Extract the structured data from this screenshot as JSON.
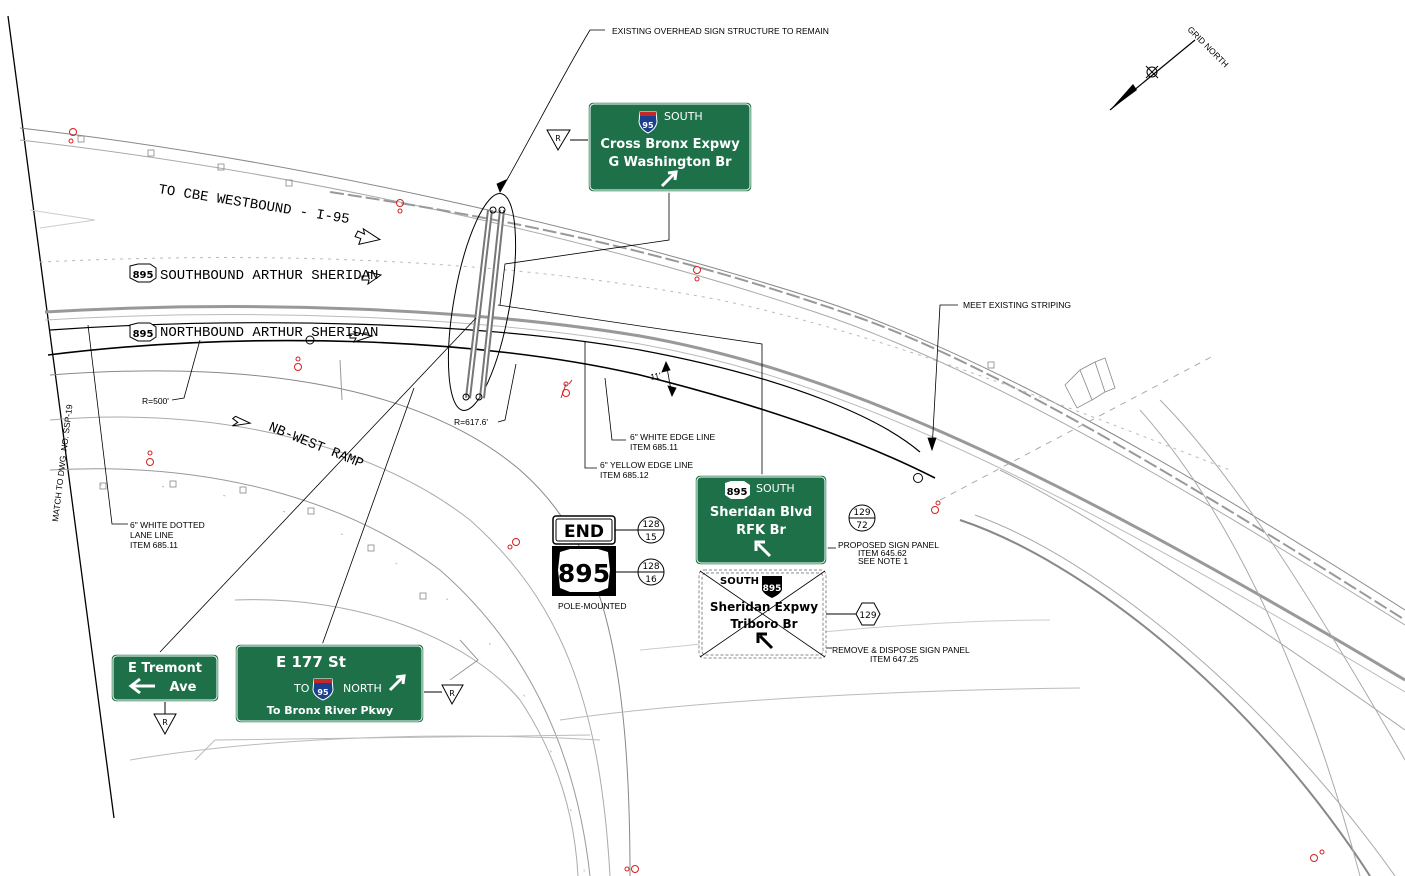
{
  "notes": {
    "existing_structure": "EXISTING OVERHEAD SIGN STRUCTURE TO REMAIN",
    "meet_striping": "MEET EXISTING STRIPING",
    "match_dwg": "MATCH TO DWG. NO. SSP-19",
    "grid_north": "GRID NORTH",
    "radius_500": "R=500'",
    "radius_617": "R=617.6'",
    "dim_11": "11'",
    "white_edge": [
      "6\" WHITE EDGE LINE",
      "ITEM 685.11"
    ],
    "yellow_edge": [
      "6\" YELLOW EDGE LINE",
      "ITEM 685.12"
    ],
    "dotted_line": [
      "6\" WHITE DOTTED",
      "LANE LINE",
      "ITEM 685.11"
    ],
    "proposed_panel": [
      "PROPOSED SIGN PANEL",
      "ITEM 645.62",
      "SEE NOTE 1"
    ],
    "remove_panel": [
      "REMOVE & DISPOSE SIGN PANEL",
      "ITEM 647.25"
    ],
    "pole_mounted": "POLE-MOUNTED"
  },
  "roads": {
    "cbe": "TO CBE  WESTBOUND - I-95",
    "sb": "SOUTHBOUND ARTHUR SHERIDAN",
    "nb": "NORTHBOUND ARTHUR SHERIDAN",
    "ramp": "NB-WEST RAMP",
    "route_shield": "895"
  },
  "signs": {
    "overhead_i95": {
      "interstate": "95",
      "dir": "SOUTH",
      "line1": "Cross Bronx Expwy",
      "line2": "G Washington Br",
      "tag": "R"
    },
    "sheridan_new": {
      "route": "895",
      "dir": "SOUTH",
      "line1": "Sheridan Blvd",
      "line2": "RFK Br",
      "id_top": "129",
      "id_bottom": "72"
    },
    "sheridan_old": {
      "dir": "SOUTH",
      "route": "895",
      "line1": "Sheridan Expwy",
      "line2": "Triboro Br",
      "id": "129"
    },
    "end_sign": {
      "text": "END",
      "id_top": "128",
      "id_bottom": "15"
    },
    "route895_sign": {
      "text": "895",
      "id_top": "128",
      "id_bottom": "16"
    },
    "e177": {
      "line1": "E 177 St",
      "to": "TO",
      "interstate": "95",
      "dir": "NORTH",
      "line3": "To Bronx River Pkwy",
      "tag": "R"
    },
    "tremont": {
      "line1": "E Tremont",
      "line2": "Ave",
      "tag": "R"
    }
  },
  "colors": {
    "sign_green": "#1e7048",
    "remove_gray": "#888888",
    "utility_red": "#d42020"
  }
}
